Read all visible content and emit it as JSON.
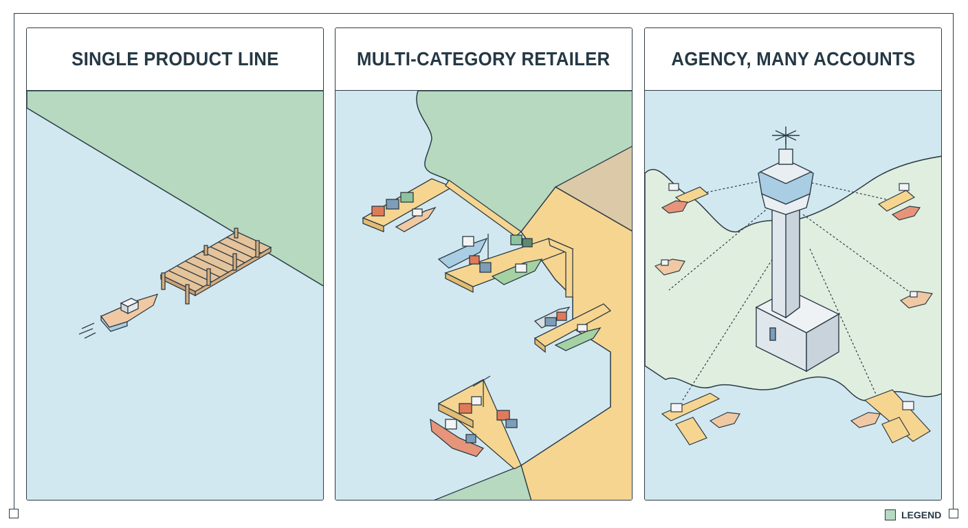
{
  "panels": [
    {
      "title": "SINGLE PRODUCT LINE"
    },
    {
      "title": "MULTI-CATEGORY RETAILER"
    },
    {
      "title": "AGENCY, MANY ACCOUNTS"
    }
  ],
  "legend": {
    "label": "LEGEND",
    "swatch_color": "#b6d9c0"
  },
  "colors": {
    "water": "#d2e8f0",
    "land": "#b6d9c0",
    "dock": "#f6d590",
    "wood": "#e5c39b",
    "outline": "#2b3a44"
  }
}
